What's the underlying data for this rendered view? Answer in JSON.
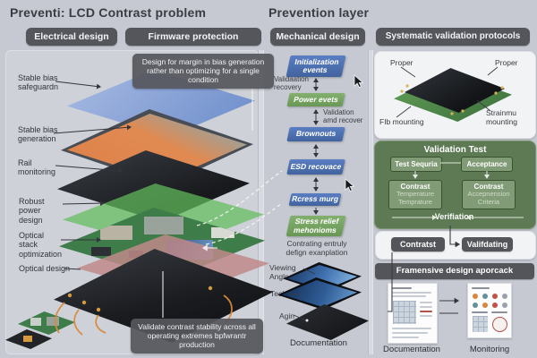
{
  "palette": {
    "bg": "#c6c9d1",
    "pill": "#55565c",
    "blue_node": "#4a6fb5",
    "green_node": "#74a763",
    "validation_panel": "#5d7a55",
    "accent_orange": "#d9863a"
  },
  "left": {
    "title": "Preventi: LCD Contrast problem",
    "tab1": "Electrical design",
    "tab2": "Firmware protection",
    "layer_labels": [
      "Stable bias safeguardn",
      "Stable bias generation",
      "Rail monitoring",
      "Robust power design",
      "Optical stack optimization",
      "Optical design"
    ],
    "tooltip_top": "Design for margin in bias generation rather than optimizing for a single condition",
    "tooltip_bottom": "Validate contrast stability across all operating extremes bpfwrantr production"
  },
  "middle": {
    "title": "Prevention layer",
    "tab": "Mechanical design",
    "flow": {
      "box1": "Initialization events",
      "label_left": "Validaation recovery",
      "box2": "Power evets",
      "label_right": "Validation amd recover",
      "box3": "Brownouts",
      "box4": "ESD recovace",
      "box5": "Rcress murg",
      "box6": "Stress relief mehonioms",
      "caption": "Contrating entruly defign exanplation"
    },
    "labels": {
      "viewing": "Viewing Angle",
      "tecklog": "Tecklog",
      "agin": "Agin",
      "doc": "Documentation"
    }
  },
  "right": {
    "tab": "Systematic validation protocols",
    "mount": {
      "tl": "Proper",
      "tr": "Proper",
      "bl": "FIb mounting",
      "br": "Strainmu mounting"
    },
    "validation": {
      "title": "Validation Test",
      "b1": "Test Sequria",
      "b2": "Acceptance",
      "b3_title": "Contrast",
      "b3_sub": "Temperature Temprature",
      "b4_title": "Contrast",
      "b4_sub": "Accepnension Criteria",
      "footer": "Verifiation"
    },
    "pair": {
      "left": "Contratst",
      "right": "Valifdating"
    },
    "banner": "Framensive design aporcack",
    "docs": {
      "left_label": "Documentation",
      "right_label": "Monitoring"
    }
  }
}
